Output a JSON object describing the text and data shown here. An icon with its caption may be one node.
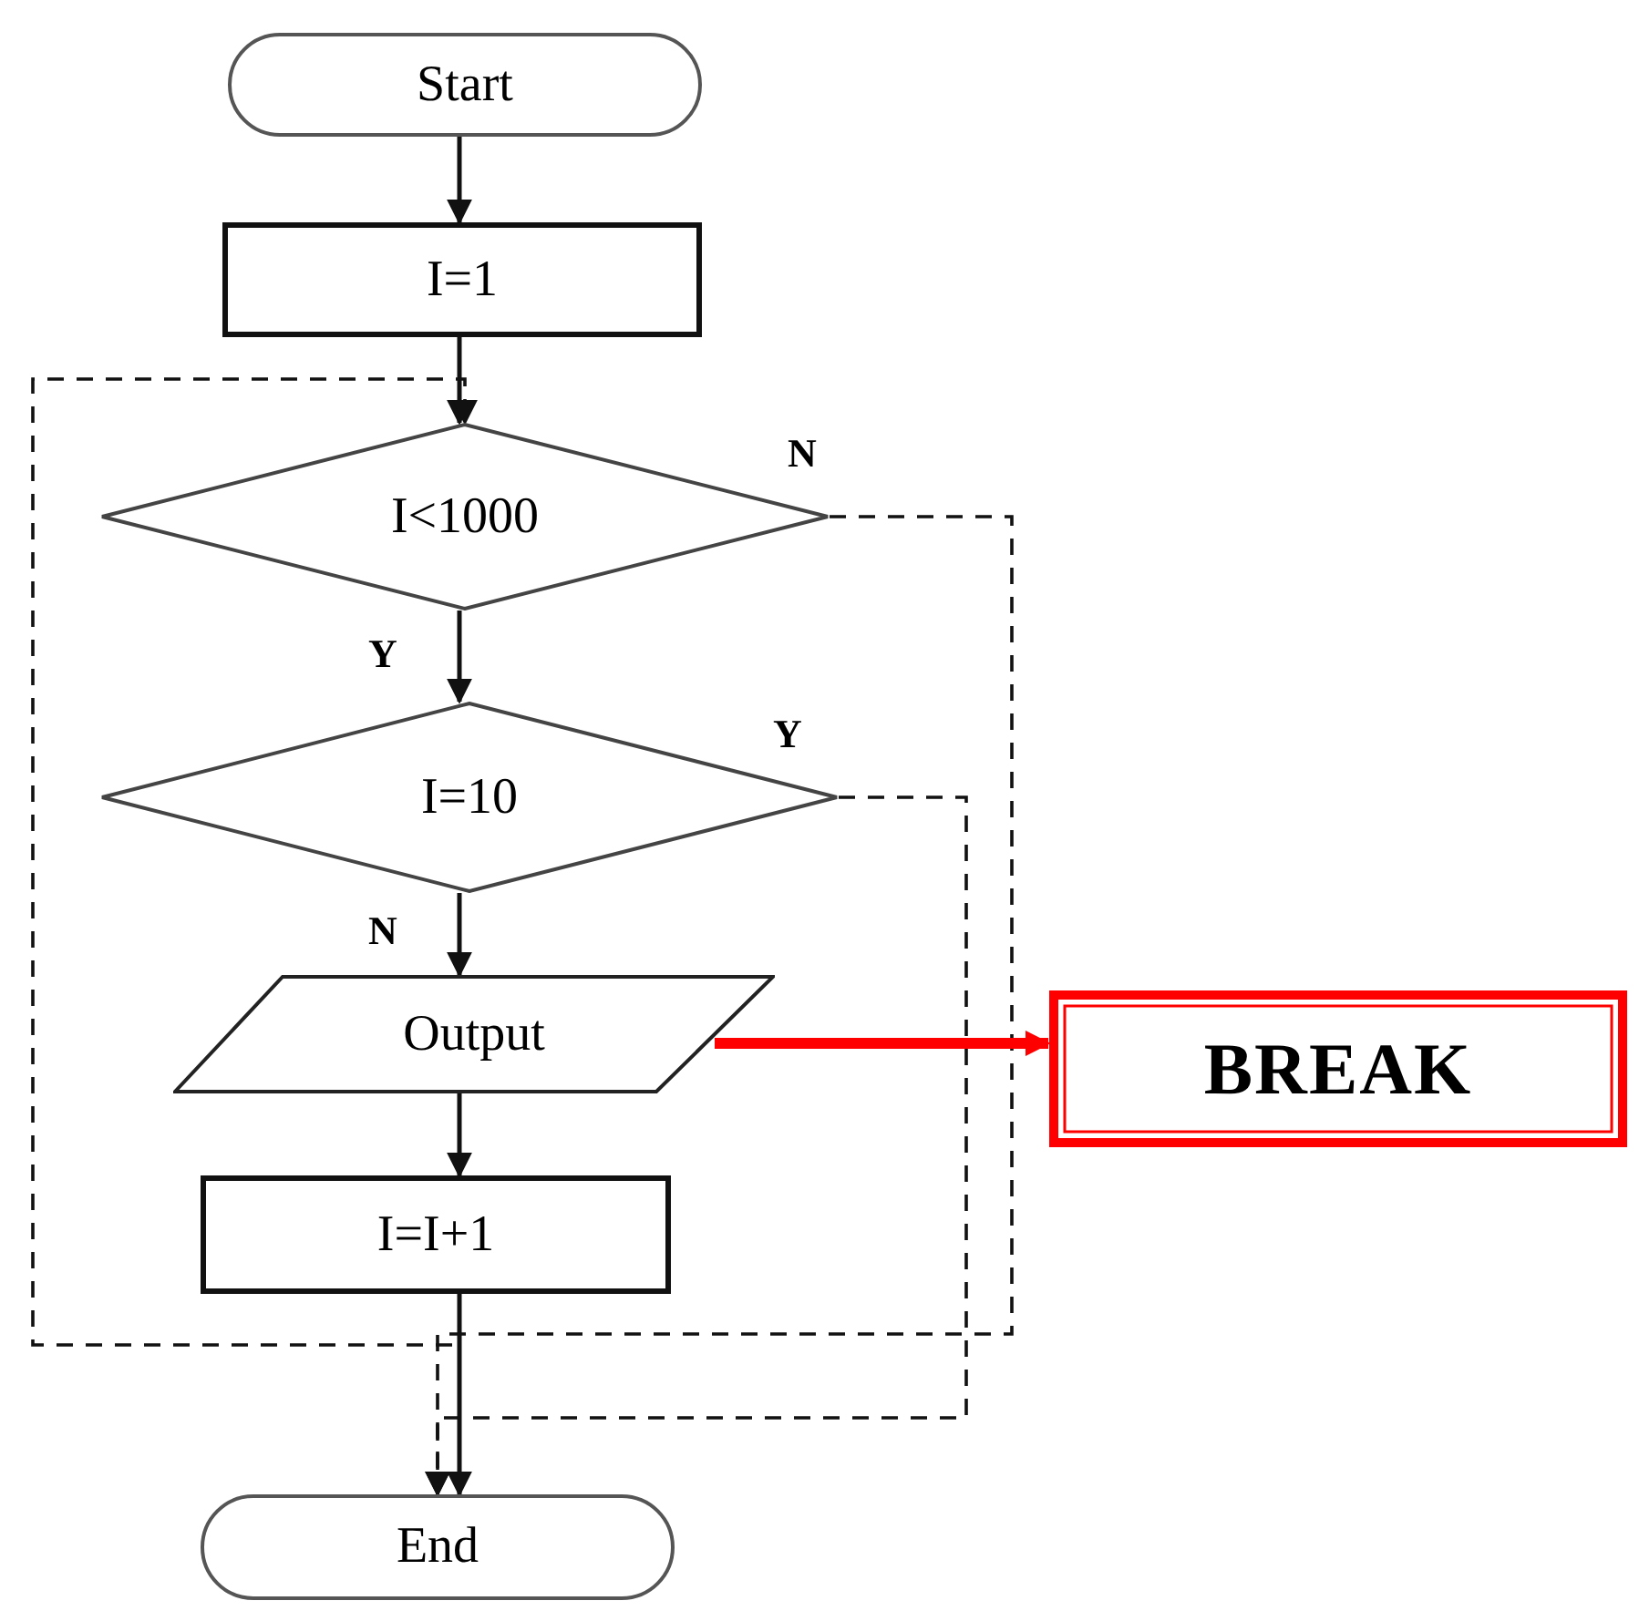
{
  "diagram": {
    "nodes": [
      {
        "text": [
          "Start"
        ]
      },
      {
        "text": [
          "I=1"
        ]
      },
      {
        "text": [
          "I<1000"
        ]
      },
      {
        "text": [
          "I=10"
        ]
      },
      {
        "text": [
          "Output"
        ]
      },
      {
        "text": [
          "I=I+1"
        ]
      },
      {
        "text": [
          "BREAK"
        ]
      },
      {
        "text": [
          "End"
        ]
      }
    ],
    "edges": [
      {
        "from": 0,
        "to": 1,
        "arrow": "to"
      },
      {
        "from": 1,
        "to": 2,
        "arrow": "to"
      },
      {
        "from": 2,
        "to": 3,
        "arrow": "to",
        "label": "Y"
      },
      {
        "from": 3,
        "to": 4,
        "arrow": "to",
        "label": "N"
      },
      {
        "from": 4,
        "to": 5,
        "arrow": "to"
      },
      {
        "from": 5,
        "to": 7,
        "arrow": "to"
      },
      {
        "from": 5,
        "to": 2,
        "arrow": "to",
        "style": "dashed"
      },
      {
        "from": 2,
        "to": 7,
        "arrow": "to",
        "style": "dashed",
        "label": "N"
      },
      {
        "from": 3,
        "to": 7,
        "arrow": "to",
        "style": "dashed",
        "label": "Y"
      },
      {
        "from": 4,
        "to": 6,
        "arrow": "to",
        "style": "thick",
        "color": "#ff0000"
      }
    ]
  }
}
